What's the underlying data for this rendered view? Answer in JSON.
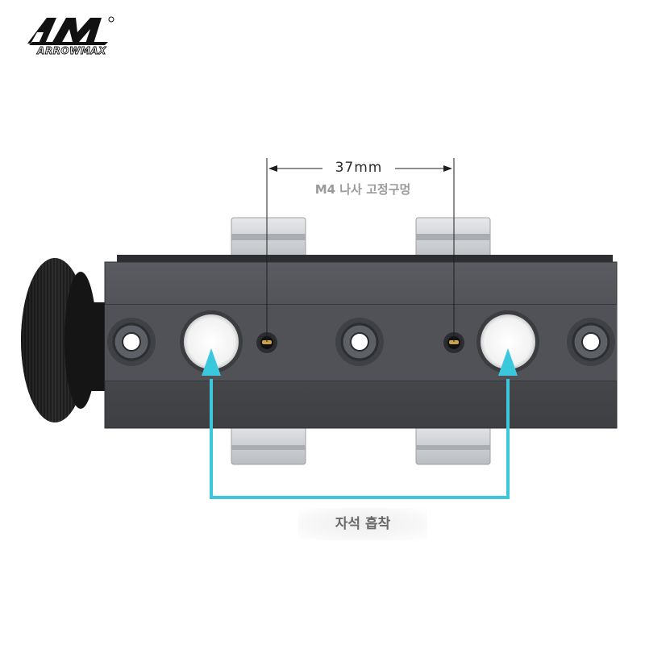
{
  "brand": {
    "name": "ARROWMAX",
    "logo_mark": "AM"
  },
  "dimension": {
    "value": "37mm",
    "caption": "M4 나사 고정구멍"
  },
  "callout": {
    "label": "자석 흡착",
    "color": "#3cc8dc"
  },
  "product": {
    "body_color": "#4a4c50",
    "clip_color": "#cfd2d6",
    "knob_color": "#1e1e1e"
  }
}
